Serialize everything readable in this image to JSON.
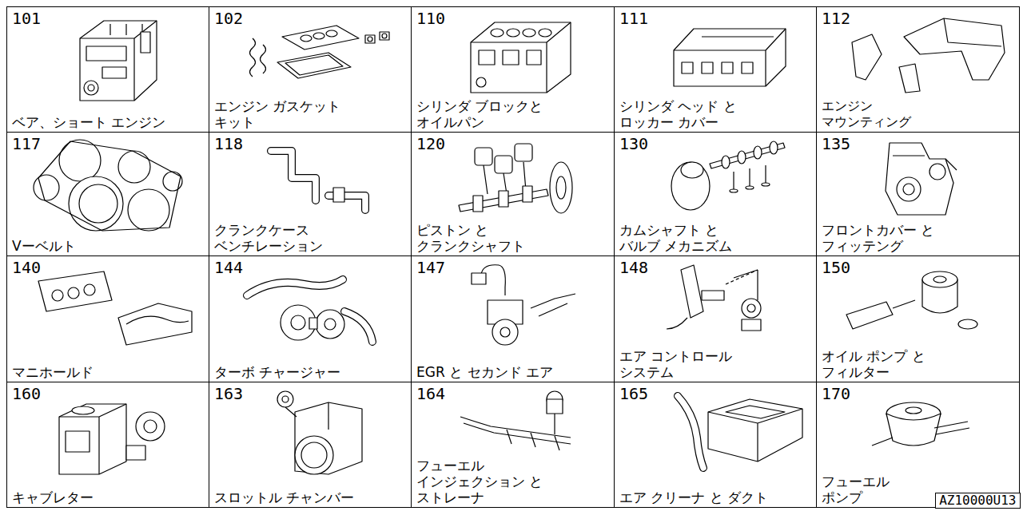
{
  "diagram": {
    "nodes": [
      {
        "text": [
          "101",
          "ベア、ショート エンジン"
        ]
      },
      {
        "text": [
          "102",
          "エンジン ガスケット キット"
        ]
      },
      {
        "text": [
          "110",
          "シリンダ ブロックと オイルパン"
        ]
      },
      {
        "text": [
          "111",
          "シリンダ ヘッド と ロッカー カバー"
        ]
      },
      {
        "text": [
          "112",
          "エンジン マウンティング"
        ]
      },
      {
        "text": [
          "117",
          "Vーベルト"
        ]
      },
      {
        "text": [
          "118",
          "クランクケース ベンチレーション"
        ]
      },
      {
        "text": [
          "120",
          "ピストン と クランクシャフト"
        ]
      },
      {
        "text": [
          "130",
          "カムシャフト と バルブ メカニズム"
        ]
      },
      {
        "text": [
          "135",
          "フロントカバー と フィッテング"
        ]
      },
      {
        "text": [
          "140",
          "マニホールド"
        ]
      },
      {
        "text": [
          "144",
          "ターボ チャージャー"
        ]
      },
      {
        "text": [
          "147",
          "EGR と セカンド エア"
        ]
      },
      {
        "text": [
          "148",
          "エア コントロール システム"
        ]
      },
      {
        "text": [
          "150",
          "オイル ポンプ と フィルター"
        ]
      },
      {
        "text": [
          "160",
          "キャブレター"
        ]
      },
      {
        "text": [
          "163",
          "スロットル チャンバー"
        ]
      },
      {
        "text": [
          "164",
          "フューエル インジェクション と ストレーナ"
        ]
      },
      {
        "text": [
          "165",
          "エア クリーナ と ダクト"
        ]
      },
      {
        "text": [
          "170",
          "フューエル ポンプ"
        ]
      },
      {
        "text": [
          "AZ10000U13"
        ],
        "in": 19
      }
    ]
  }
}
